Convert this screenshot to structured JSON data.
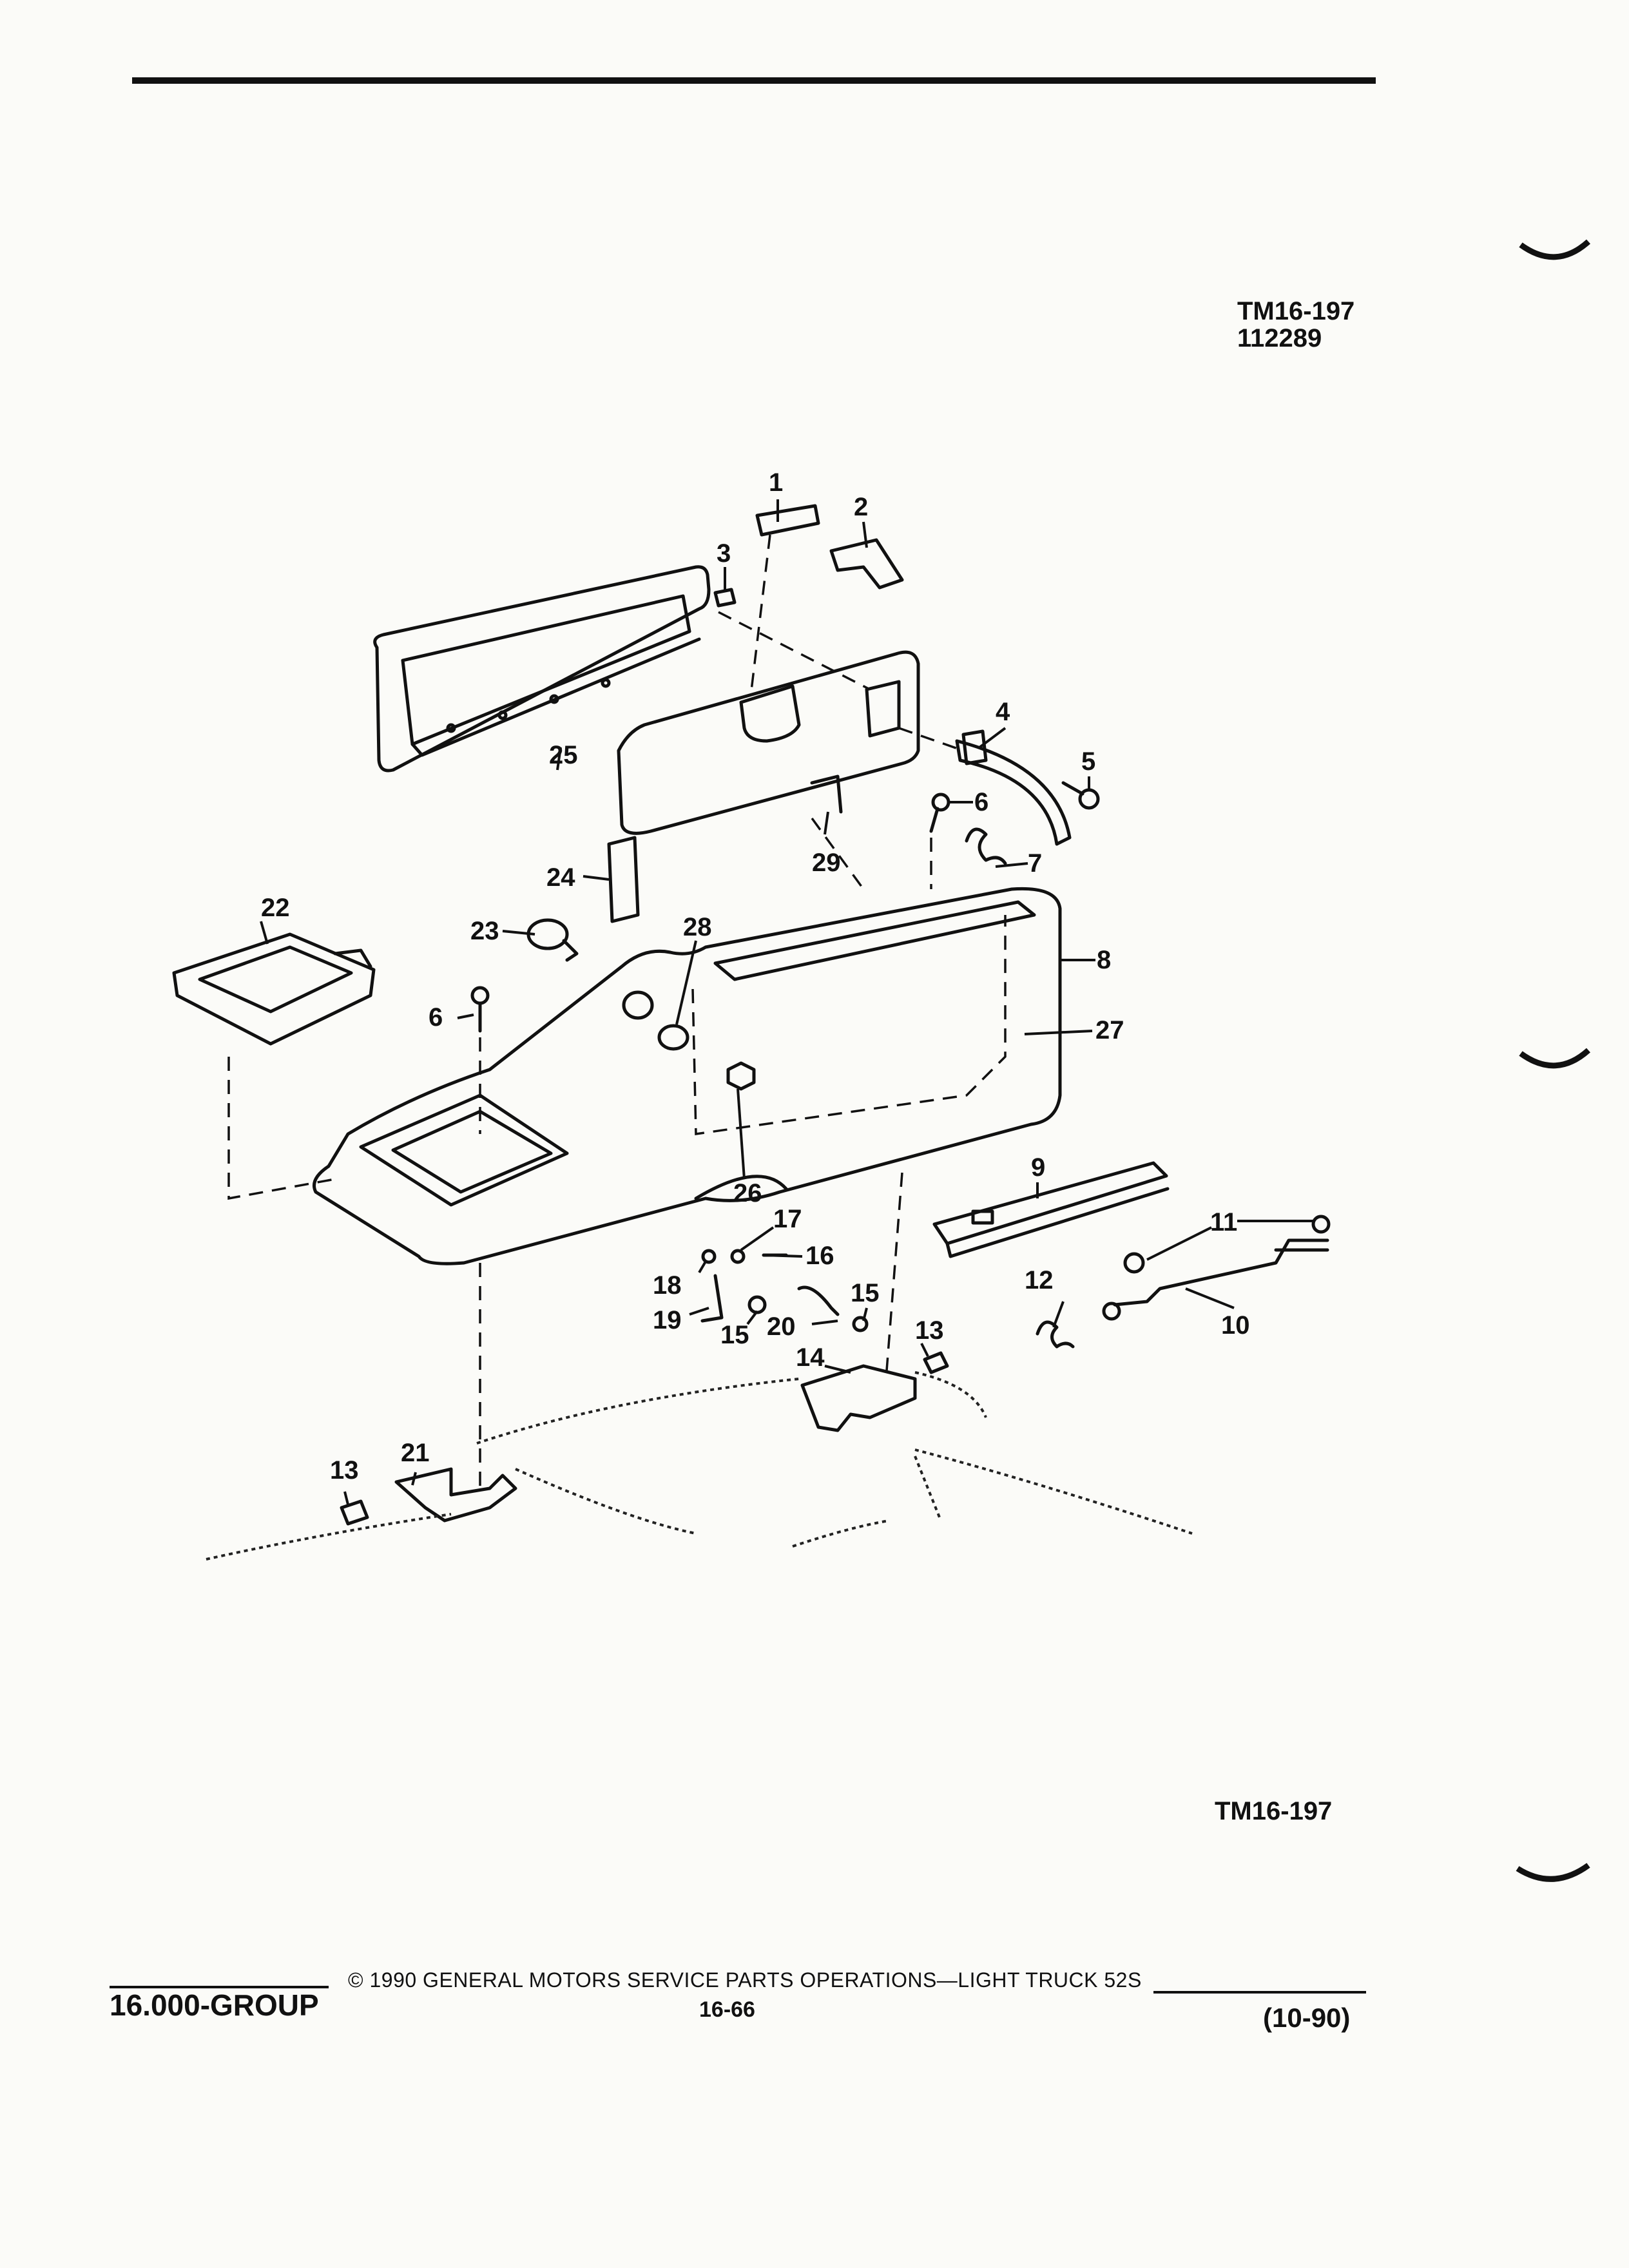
{
  "figure": {
    "code_top": "TM16-197",
    "date_code": "112289",
    "code_bottom": "TM16-197"
  },
  "callouts": [
    "1",
    "2",
    "3",
    "4",
    "5",
    "6",
    "7",
    "8",
    "9",
    "10",
    "11",
    "12",
    "13",
    "14",
    "15",
    "16",
    "17",
    "18",
    "19",
    "20",
    "21",
    "22",
    "23",
    "24",
    "25",
    "26",
    "27",
    "28",
    "29",
    "6",
    "13",
    "15"
  ],
  "footer": {
    "group": "16.000-GROUP",
    "copyright": "© 1990 GENERAL MOTORS SERVICE PARTS OPERATIONS—LIGHT TRUCK 52S",
    "page": "16-66",
    "revision": "(10-90)"
  }
}
